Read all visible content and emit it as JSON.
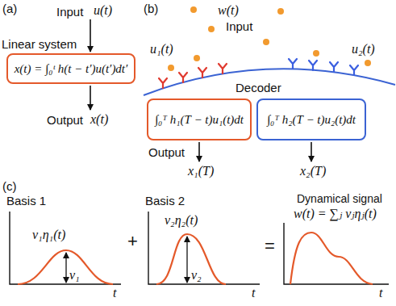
{
  "diagram": {
    "nodes": [
      {
        "text": [
          "x(t) = ∫₀ᵗ h(t − t′)u(t′)dt′"
        ]
      },
      {
        "text": [
          "∫₀ᵀ h₁(T − t)u₁(t)dt"
        ]
      },
      {
        "text": [
          "∫₀ᵀ h₂(T − t)u₂(t)dt"
        ]
      }
    ],
    "labels": [
      "(a)",
      "Input",
      "u(t)",
      "Linear system",
      "Output",
      "x(t)",
      "(b)",
      "w(t)",
      "Input",
      "u₁(t)",
      "u₂(t)",
      "Decoder",
      "Output",
      "x₁(T)",
      "x₂(T)",
      "(c)",
      "Basis 1",
      "v₁η₁(t)",
      "v₁",
      "t",
      "+",
      "Basis 2",
      "v₂η₂(t)",
      "v₂",
      "t",
      "=",
      "Dynamical signal",
      "w(t) = ∑ⱼ vⱼηⱼ(t)",
      "t"
    ]
  }
}
